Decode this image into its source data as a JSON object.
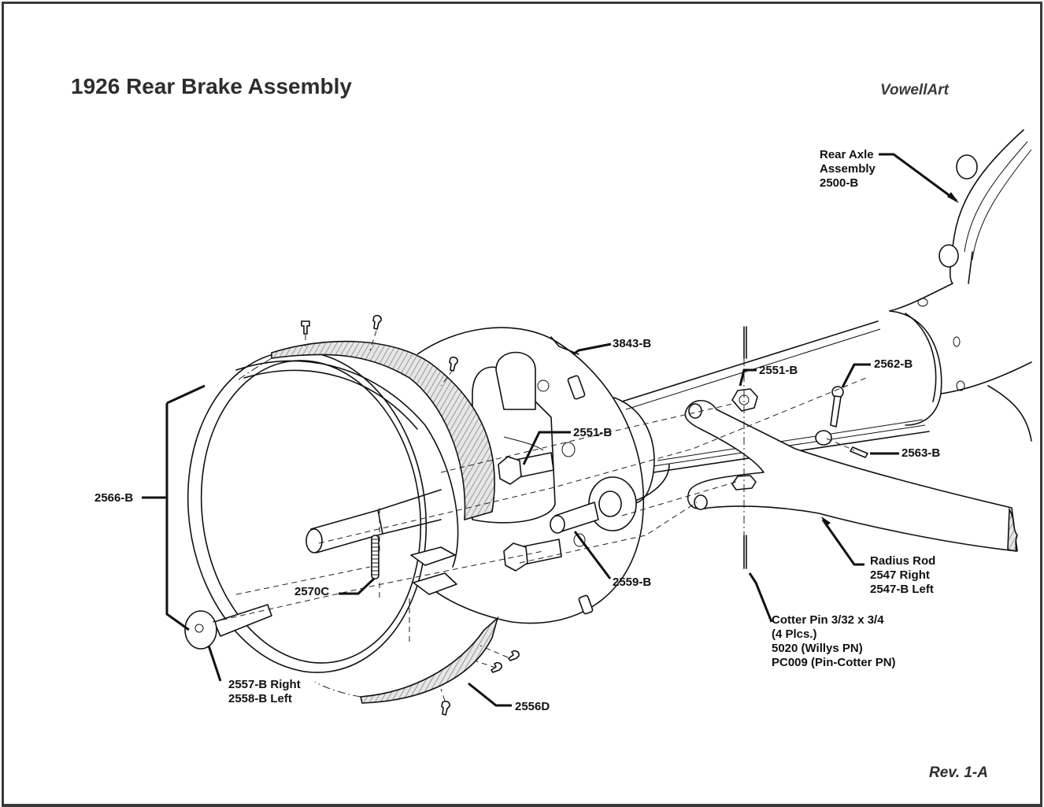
{
  "title": "1926 Rear Brake Assembly",
  "brand": "VowellArt",
  "revision": "Rev. 1-A",
  "colors": {
    "ink": "#111111",
    "title": "#2e2e2e",
    "frame": "#3a3a3a",
    "background": "#ffffff"
  },
  "callouts": {
    "rear_axle": [
      "Rear Axle",
      "Assembly",
      "2500-B"
    ],
    "backing_plate": "3843-B",
    "nut_axle": "2551-B",
    "bolt_plate": "2551-B",
    "lever": "2562-B",
    "pin": "2563-B",
    "brake_band": "2566-B",
    "bushing": "2559-B",
    "spring": "2570C",
    "radius_rod": [
      "Radius Rod",
      "2547 Right",
      "2547-B Left"
    ],
    "cotter_pin": [
      "Cotter Pin 3/32 x 3/4",
      "(4 Plcs.)",
      "5020 (Willys PN)",
      "PC009 (Pin-Cotter PN)"
    ],
    "anchor": [
      "2557-B Right",
      "2558-B Left"
    ],
    "lining": "2556D"
  }
}
